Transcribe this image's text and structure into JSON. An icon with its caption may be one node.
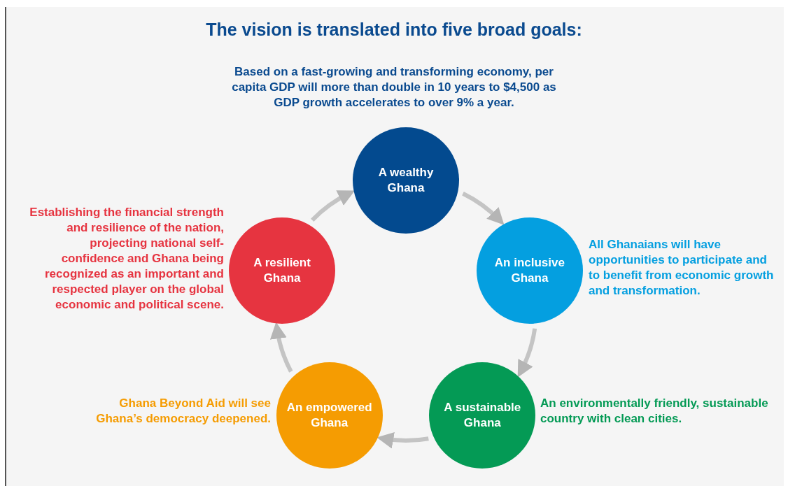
{
  "diagram": {
    "title": "The vision is translated into five broad goals:",
    "nodes": [
      {
        "text": [
          "A wealthy Ghana"
        ],
        "beside": [
          "Based on a fast-growing and transforming economy, per capita GDP will more than double in 10 years to $4,500 as GDP growth accelerates to over 9% a year."
        ]
      },
      {
        "text": [
          "An inclusive Ghana"
        ],
        "beside": [
          "All Ghanaians will have opportunities to participate and to benefit from economic growth and transformation."
        ]
      },
      {
        "text": [
          "A sustainable Ghana"
        ],
        "beside": [
          "An environmentally friendly, sustainable country with clean cities."
        ]
      },
      {
        "text": [
          "An empowered Ghana"
        ],
        "beside": [
          "Ghana Beyond Aid will see Ghana’s democracy deepened."
        ]
      },
      {
        "text": [
          "A resilient Ghana"
        ],
        "beside": [
          "Establishing the financial strength and resilience of the nation, projecting national self-confidence and Ghana being recognized as an important and respected player on the global economic and political scene."
        ]
      }
    ],
    "edges": [
      {
        "from": 0,
        "to": 1,
        "arrow": "to"
      },
      {
        "from": 1,
        "to": 2,
        "arrow": "to"
      },
      {
        "from": 2,
        "to": 3,
        "arrow": "to"
      },
      {
        "from": 3,
        "to": 4,
        "arrow": "to"
      },
      {
        "from": 4,
        "to": 0,
        "arrow": "to"
      }
    ]
  }
}
